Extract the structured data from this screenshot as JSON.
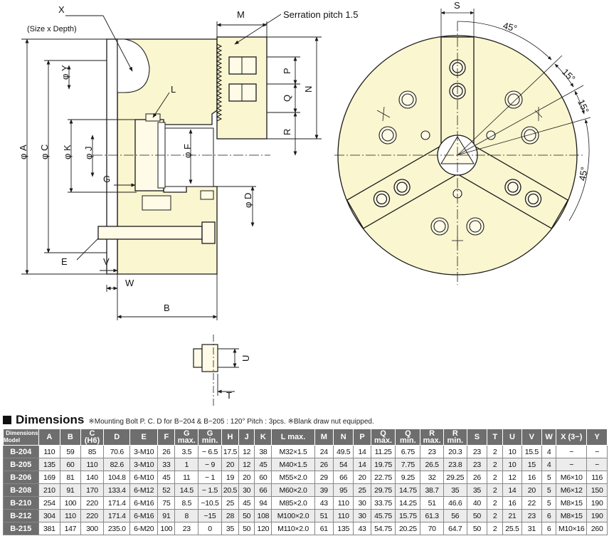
{
  "drawing": {
    "labels": {
      "x": "X",
      "size_depth": "(Size x Depth)",
      "m": "M",
      "serration": "Serration pitch 1.5",
      "s": "S",
      "angle_45_top": "45°",
      "angle_15_a": "15°",
      "angle_15_b": "15°",
      "angle_45_right": "45°",
      "phi_a": "φ A",
      "phi_c": "φ C",
      "phi_y": "φ Y",
      "phi_k": "φ K",
      "phi_j": "φ J",
      "l": "L",
      "phi_f": "φ F",
      "g": "G",
      "phi_d": "φ D",
      "p": "P",
      "q": "Q",
      "r": "R",
      "n": "N",
      "e": "E",
      "v": "V",
      "w": "W",
      "b": "B",
      "u": "U",
      "t": "T"
    },
    "colors": {
      "body_fill": "#faf6d0",
      "line": "#1a1a1a"
    }
  },
  "dimensions": {
    "title": "Dimensions",
    "note": "※Mounting Bolt P. C. D for B−204 & B−205 : 120° Pitch : 3pcs.   ※Blank draw nut equipped.",
    "corner_top": "Dimensions",
    "corner_bottom": "Model",
    "columns": [
      "A",
      "B",
      "C (H6)",
      "D",
      "E",
      "F",
      "G max.",
      "G min.",
      "H",
      "J",
      "K",
      "L max.",
      "M",
      "N",
      "P",
      "Q max.",
      "Q min.",
      "R max.",
      "R min.",
      "S",
      "T",
      "U",
      "V",
      "W",
      "X (3−)",
      "Y"
    ],
    "rows": [
      {
        "model": "B-204",
        "values": [
          "110",
          "59",
          "85",
          "70.6",
          "3-M10",
          "26",
          "3.5",
          "− 6.5",
          "17.5",
          "12",
          "38",
          "M32×1.5",
          "24",
          "49.5",
          "14",
          "11.25",
          "6.75",
          "23",
          "20.3",
          "23",
          "2",
          "10",
          "15.5",
          "4",
          "−",
          "−"
        ]
      },
      {
        "model": "B-205",
        "values": [
          "135",
          "60",
          "110",
          "82.6",
          "3-M10",
          "33",
          "1",
          "− 9",
          "20",
          "12",
          "45",
          "M40×1.5",
          "26",
          "54",
          "14",
          "19.75",
          "7.75",
          "26.5",
          "23.8",
          "23",
          "2",
          "10",
          "15",
          "4",
          "−",
          "−"
        ]
      },
      {
        "model": "B-206",
        "values": [
          "169",
          "81",
          "140",
          "104.8",
          "6-M10",
          "45",
          "11",
          "− 1",
          "19",
          "20",
          "60",
          "M55×2.0",
          "29",
          "66",
          "20",
          "22.75",
          "9.25",
          "32",
          "29.25",
          "26",
          "2",
          "12",
          "16",
          "5",
          "M6×10",
          "116"
        ]
      },
      {
        "model": "B-208",
        "values": [
          "210",
          "91",
          "170",
          "133.4",
          "6-M12",
          "52",
          "14.5",
          "− 1.5",
          "20.5",
          "30",
          "66",
          "M60×2.0",
          "39",
          "95",
          "25",
          "29.75",
          "14.75",
          "38.7",
          "35",
          "35",
          "2",
          "14",
          "20",
          "5",
          "M6×12",
          "150"
        ]
      },
      {
        "model": "B-210",
        "values": [
          "254",
          "100",
          "220",
          "171.4",
          "6-M16",
          "75",
          "8.5",
          "−10.5",
          "25",
          "45",
          "94",
          "M85×2.0",
          "43",
          "110",
          "30",
          "33.75",
          "14.25",
          "51",
          "46.6",
          "40",
          "2",
          "16",
          "22",
          "5",
          "M8×15",
          "190"
        ]
      },
      {
        "model": "B-212",
        "values": [
          "304",
          "110",
          "220",
          "171.4",
          "6-M16",
          "91",
          "8",
          "−15",
          "28",
          "50",
          "108",
          "M100×2.0",
          "51",
          "110",
          "30",
          "45.75",
          "15.75",
          "61.3",
          "56",
          "50",
          "2",
          "21",
          "23",
          "6",
          "M8×15",
          "190"
        ]
      },
      {
        "model": "B-215",
        "values": [
          "381",
          "147",
          "300",
          "235.0",
          "6-M20",
          "100",
          "23",
          "0",
          "35",
          "50",
          "120",
          "M110×2.0",
          "61",
          "135",
          "43",
          "54.75",
          "20.25",
          "70",
          "64.7",
          "50",
          "2",
          "25.5",
          "31",
          "6",
          "M10×16",
          "260"
        ]
      }
    ]
  }
}
